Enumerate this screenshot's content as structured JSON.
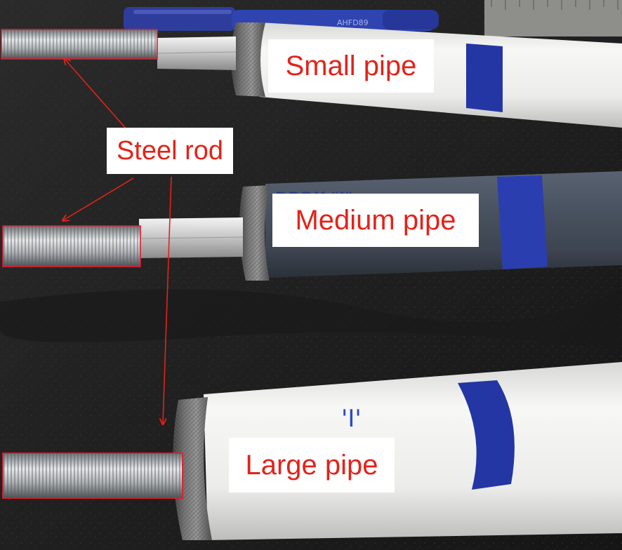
{
  "labels": {
    "small_pipe": "Small pipe",
    "steel_rod": "Steel rod",
    "medium_pipe": "Medium pipe",
    "large_pipe": "Large pipe"
  },
  "pen": {
    "brand_text": "AHFD89"
  },
  "pipe_markings": {
    "medium_text": "DDDK  \"I\"",
    "large_text": "'I'"
  },
  "colors": {
    "annotation_red": "#e2231a",
    "highlight_box": "#e11d2e",
    "blue_tape": "#2336a3",
    "white_pipe": "#f1f1ef",
    "gray_pipe": "#4b5563",
    "floor": "#262626"
  }
}
